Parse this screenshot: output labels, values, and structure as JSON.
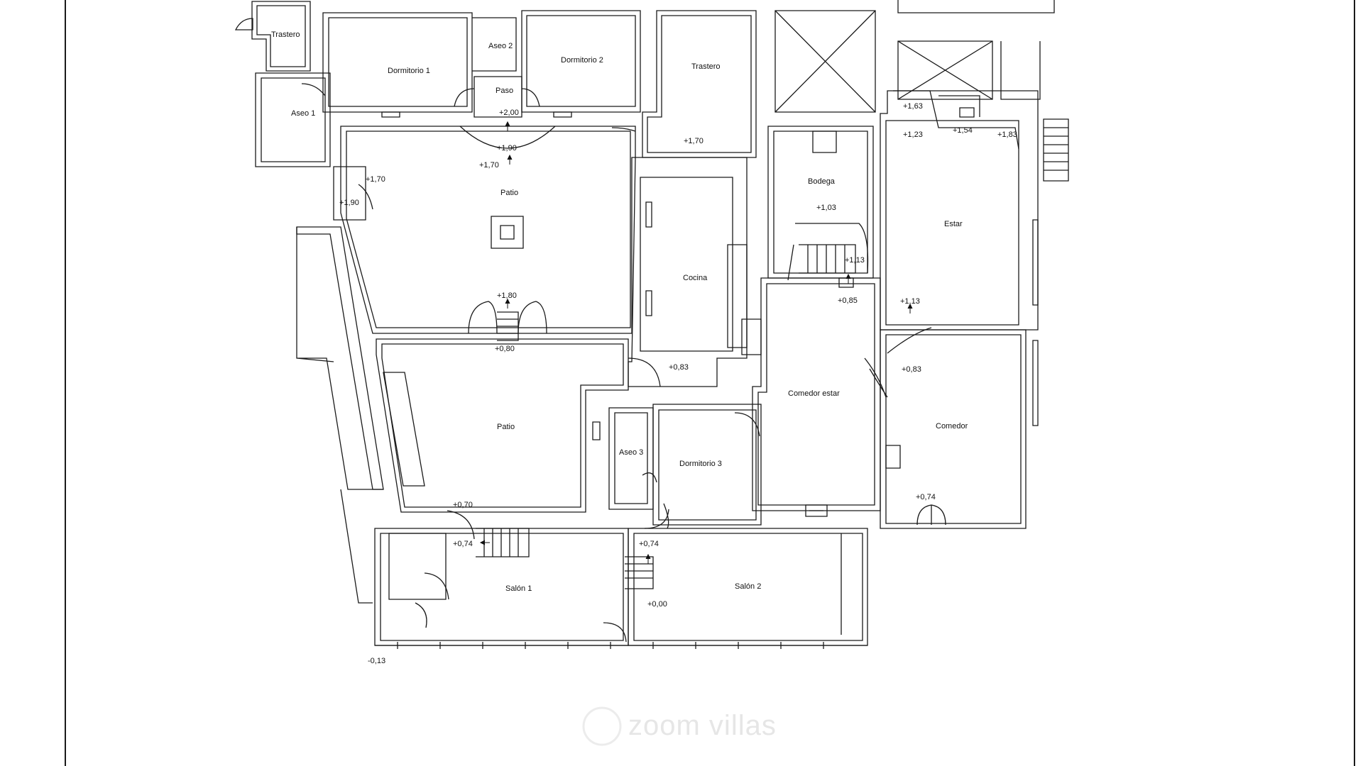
{
  "rooms": {
    "trastero_top_left": "Trastero",
    "dormitorio_1": "Dormitorio 1",
    "aseo_2": "Aseo 2",
    "dormitorio_2": "Dormitorio 2",
    "trastero_top": "Trastero",
    "paso": "Paso",
    "aseo_1": "Aseo 1",
    "patio_upper": "Patio",
    "bodega": "Bodega",
    "estar": "Estar",
    "cocina": "Cocina",
    "patio_lower": "Patio",
    "comedor_estar": "Comedor estar",
    "comedor": "Comedor",
    "aseo_3": "Aseo 3",
    "dormitorio_3": "Dormitorio 3",
    "salon_1": "Salón 1",
    "salon_2": "Salón 2"
  },
  "levels": {
    "paso_2_00": "+2,00",
    "patio_1_90": "+1,90",
    "patio_1_70": "+1,70",
    "side_1_70": "+1,70",
    "side_1_90": "+1,90",
    "trastero_1_70": "+1,70",
    "estar_1_63": "+1,63",
    "estar_1_23": "+1,23",
    "estar_1_54": "+1,54",
    "estar_1_83": "+1,83",
    "bodega_1_03": "+1,03",
    "bodega_1_13": "+1,13",
    "bodega_0_85": "+0,85",
    "estar_1_13": "+1,13",
    "patio_1_80": "+1,80",
    "patio_0_80": "+0,80",
    "cocina_0_83": "+0,83",
    "comedor_0_83": "+0,83",
    "patio_0_70": "+0,70",
    "salon1_0_74": "+0,74",
    "salon2_0_74": "+0,74",
    "comedor_0_74": "+0,74",
    "salon2_0_00": "+0,00",
    "street_minus_0_13": "-0,13"
  },
  "watermark": "zoom villas"
}
